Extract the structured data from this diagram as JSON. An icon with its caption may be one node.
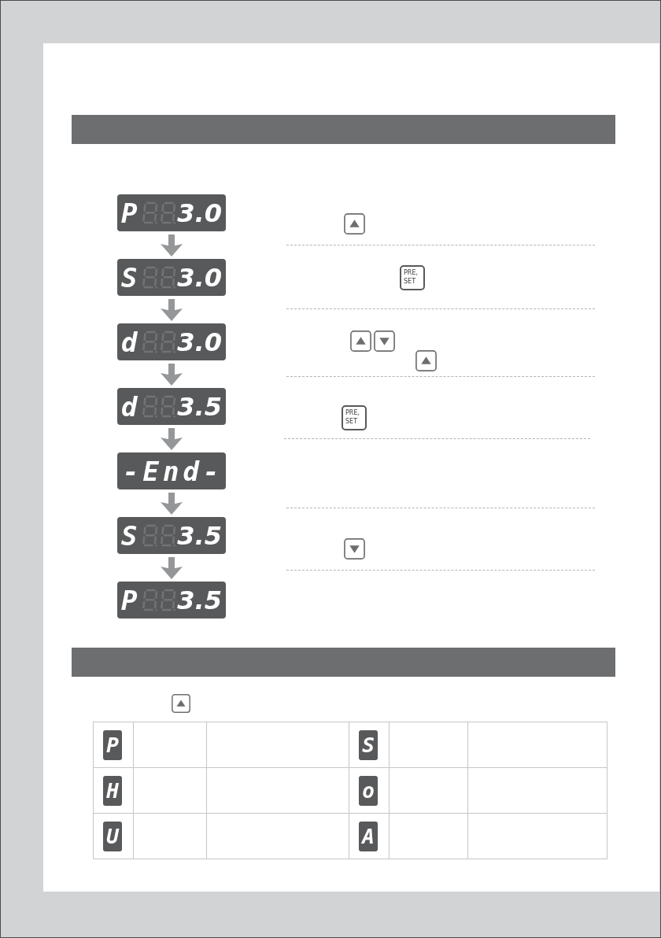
{
  "diagram": {
    "nodes": [
      {
        "text": [
          "P",
          "3.0"
        ]
      },
      {
        "text": [
          "S",
          "3.0"
        ]
      },
      {
        "text": [
          "d",
          "3.0"
        ]
      },
      {
        "text": [
          "d",
          "3.5"
        ]
      },
      {
        "text": [
          "-End-"
        ]
      },
      {
        "text": [
          "S",
          "3.5"
        ]
      },
      {
        "text": [
          "P",
          "3.5"
        ]
      },
      {
        "text": [
          "PRE, SET"
        ]
      },
      {
        "text": [
          "PRE, SET"
        ]
      }
    ],
    "edges": [
      {
        "from": 0,
        "to": 1,
        "arrow": "to"
      },
      {
        "from": 1,
        "to": 2,
        "arrow": "to"
      },
      {
        "from": 2,
        "to": 3,
        "arrow": "to"
      },
      {
        "from": 3,
        "to": 4,
        "arrow": "to"
      },
      {
        "from": 4,
        "to": 5,
        "arrow": "to"
      },
      {
        "from": 5,
        "to": 6,
        "arrow": "to"
      }
    ],
    "labels": [
      "P",
      "S",
      "H",
      "o",
      "U",
      "A"
    ]
  }
}
